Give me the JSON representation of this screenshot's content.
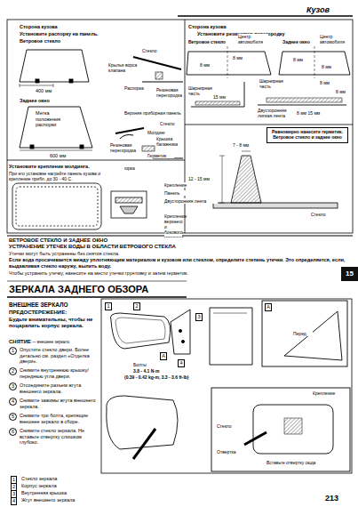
{
  "diagram": {
    "nodes": [
      {
        "text": [
          "Равномерно нанесите герметик. Ветровое стекло и заднее окно"
        ]
      },
      {
        "text": [
          "1"
        ]
      },
      {
        "text": [
          "2"
        ]
      },
      {
        "text": [
          "3"
        ]
      },
      {
        "text": [
          "4"
        ]
      },
      {
        "text": [
          "5"
        ]
      },
      {
        "text": [
          "6"
        ]
      },
      {
        "text": [
          "1"
        ]
      },
      {
        "text": [
          "2"
        ]
      },
      {
        "text": [
          "3"
        ]
      },
      {
        "text": [
          "4"
        ]
      },
      {
        "text": [
          "A"
        ]
      },
      {
        "text": [
          "A"
        ]
      },
      {
        "text": [
          "1"
        ]
      },
      {
        "text": [
          "2"
        ]
      },
      {
        "text": [
          "3"
        ]
      },
      {
        "text": [
          "4"
        ]
      },
      {
        "text": [
          "15"
        ]
      }
    ],
    "labels": [
      "Кузов",
      "Сторона кузова",
      "Установите распорку на панель.",
      "Ветровое стекло",
      "400 мм",
      "Заднее окно",
      "Метка положения распорки",
      "600 мм",
      "Стекло",
      "Крылья ворса клапана",
      "Распорка",
      "Резиновая перегородка",
      "Верхняя приборная панель",
      "Стекло",
      "Молдинг",
      "Крышка багажника",
      "Резиновая перегородка",
      "Герметик",
      "Распорка",
      "Установите крепление молдинга.",
      "При его установке нагрейте панель кузова и крепление прибл. до 30 - 40 С.",
      "Крепление",
      "Панель",
      "Двусторонняя лента",
      "Крепление верхнего и бокового молдинга",
      "Сторона кузова",
      "Установите резиновую перегородку",
      "Ветровое стекло",
      "Центр автомобиля",
      "Заднее окно",
      "Центр автомобиля",
      "8 мм",
      "8 мм",
      "8 мм",
      "8 мм",
      "Шарнирная часть",
      "15 мм",
      "Шарнирная часть",
      "8 мм",
      "8 мм",
      "Двусторонняя липкая лента",
      "8 мм 15 мм",
      "7 - 8 мм",
      "12 - 15 мм",
      "Стекло",
      "ВЕТРОВОЕ СТЕКЛО И ЗАДНЕЕ ОКНО",
      "УСТРАНЕНИЕ УТЕЧЕК ВОДЫ В ОБЛАСТИ ВЕТРОВОГО СТЕКЛА",
      "Утечки могут быть устранены без снятия стекла.",
      "Если вода просачивается между уплотняющим материалом и кузовом или стеклом, определите степень утечки. Это определяется, если, выдавливая стекло наружу, вылить воду.",
      "Чтобы устранить утечку, нанесите на место утечки грунтовку и затем герметик.",
      "ЗЕРКАЛА ЗАДНЕГО ОБЗОРА",
      "ВНЕШНЕЕ ЗЕРКАЛО",
      "ПРЕДОСТЕРЕЖЕНИЕ:",
      "Будьте внимательны, чтобы не поцарапать корпус зеркала.",
      "СНЯТИЕ",
      "— внешнее зеркало",
      "Опустите стекло двери. Более детально см. раздел «Отделка двери».",
      "Снимите внутреннюю крышку/переднюю угла двери.",
      "Отсоедините разъем жгута внешнего зеркала.",
      "Снимите зажимы жгута внешнего зеркала.",
      "Снимите три болта, крепящие внешнее зеркало в сборе.",
      "Снимите стекло зеркала. Не вставьте отвертку слишком глубоко.",
      "Болты",
      "3.8 - 4.1 N·m",
      "(0.39 - 0.42 kg-m, 3.3 - 3.6 ft-lb)",
      "Перед",
      "Крепление",
      "Стекло",
      "Отвертка",
      "Вставьте отвертку сюда",
      "Стекло зеркала",
      "Корпус зеркала",
      "Внутренняя крышка",
      "Жгут внешнего зеркала",
      "213"
    ]
  }
}
